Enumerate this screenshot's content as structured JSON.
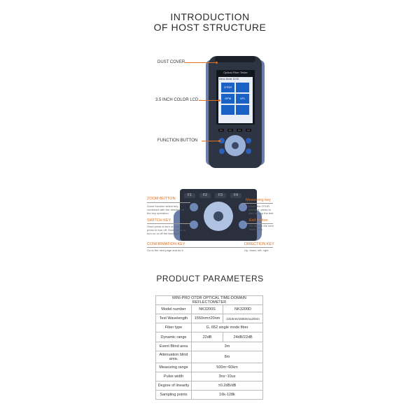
{
  "page": {
    "title_line1": "INTRODUCTION",
    "title_line2": "OF HOST STRUCTURE",
    "params_title": "PRODUCT PARAMETERS"
  },
  "device": {
    "screen_header": "Optical Fiber Tester",
    "status": "Menu Mode   10:00",
    "tiles": [
      "OTDR",
      "",
      "OPM",
      "VFL",
      "",
      ""
    ],
    "fkeys": [
      "F1",
      "F2",
      "F3",
      "F4"
    ]
  },
  "callouts": {
    "dust_cover": "DUST COVER",
    "lcd": "3.5 INCH COLOR LCD",
    "function_button": "FUNCTION BUTTON"
  },
  "closeup": {
    "fkeys": [
      "F1",
      "F2",
      "F3",
      "F4"
    ],
    "zoom_title": "ZOOM BUTTON",
    "zoom_desc": "Zoom function select key, combined with the direction of the key operation",
    "switch_title": "SWITCH KEY",
    "switch_desc": "Short press to turn on, long press to turn off. Short press to turn on or off the flashlight",
    "confirm_title": "CONFIRMATION KEY",
    "confirm_desc": "Go to the next page and do it",
    "measure_title": "Measuring key",
    "measure_desc": "Under the OTDR interface, press to start or stop the test",
    "exit_title": "Exit Button",
    "exit_desc": "Go back to the next level menu",
    "direction_title": "DIRECTION KEY",
    "direction_desc": "Up, down, left, right"
  },
  "table": {
    "header": "MINI-PRO OTDR OPTICAL TIME-DOMAIN REFLECTOMETER",
    "rows": [
      {
        "label": "Model number",
        "a": "NK3200S",
        "b": "NK3200D"
      },
      {
        "label": "Test Wavelength",
        "a": "1550nm±20nm",
        "b": "1310nm/1550nm±20nm"
      },
      {
        "label": "Fiber type",
        "span": "G. 652 single mode fiber"
      },
      {
        "label": "Dynamic range",
        "a": "22dB",
        "b": "24dB/22dB"
      },
      {
        "label": "Event Blind area",
        "span": "3m"
      },
      {
        "label": "Attenuation blind area.",
        "span": "8m"
      },
      {
        "label": "Measuring range",
        "span": "500m~60km"
      },
      {
        "label": "Pulse width",
        "span": "3ns~10us"
      },
      {
        "label": "Degree of linearity",
        "span": "±0.2dB/dB"
      },
      {
        "label": "Sampling points",
        "span": "16k-128k"
      }
    ]
  }
}
